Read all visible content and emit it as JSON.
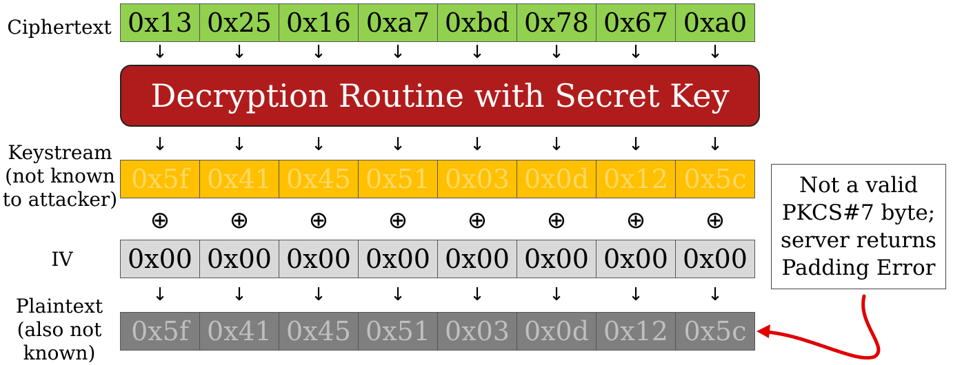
{
  "labels": {
    "ciphertext": "Ciphertext",
    "keystream": [
      "Keystream",
      "(not known",
      "to attacker)"
    ],
    "iv": "IV",
    "plaintext": [
      "Plaintext",
      "(also not",
      "known)"
    ]
  },
  "ciphertext_bytes": [
    "0x13",
    "0x25",
    "0x16",
    "0xa7",
    "0xbd",
    "0x78",
    "0x67",
    "0xa0"
  ],
  "decryption_routine": "Decryption Routine with Secret Key",
  "keystream_bytes": [
    "0x5f",
    "0x41",
    "0x45",
    "0x51",
    "0x03",
    "0x0d",
    "0x12",
    "0x5c"
  ],
  "xor_symbol": "⊕",
  "arrow_symbol": "↓",
  "iv_bytes": [
    "0x00",
    "0x00",
    "0x00",
    "0x00",
    "0x00",
    "0x00",
    "0x00",
    "0x00"
  ],
  "plaintext_bytes": [
    "0x5f",
    "0x41",
    "0x45",
    "0x51",
    "0x03",
    "0x0d",
    "0x12",
    "0x5c"
  ],
  "note": [
    "Not a valid",
    "PKCS#7 byte;",
    "server returns",
    "Padding Error"
  ],
  "colors": {
    "ciphertext": "#92d050",
    "keystream": "#ffc000",
    "iv": "#d9d9d9",
    "plaintext": "#7f7f7f",
    "decrypt_box": "#b01c1c",
    "pointer_arrow": "#e00000"
  }
}
